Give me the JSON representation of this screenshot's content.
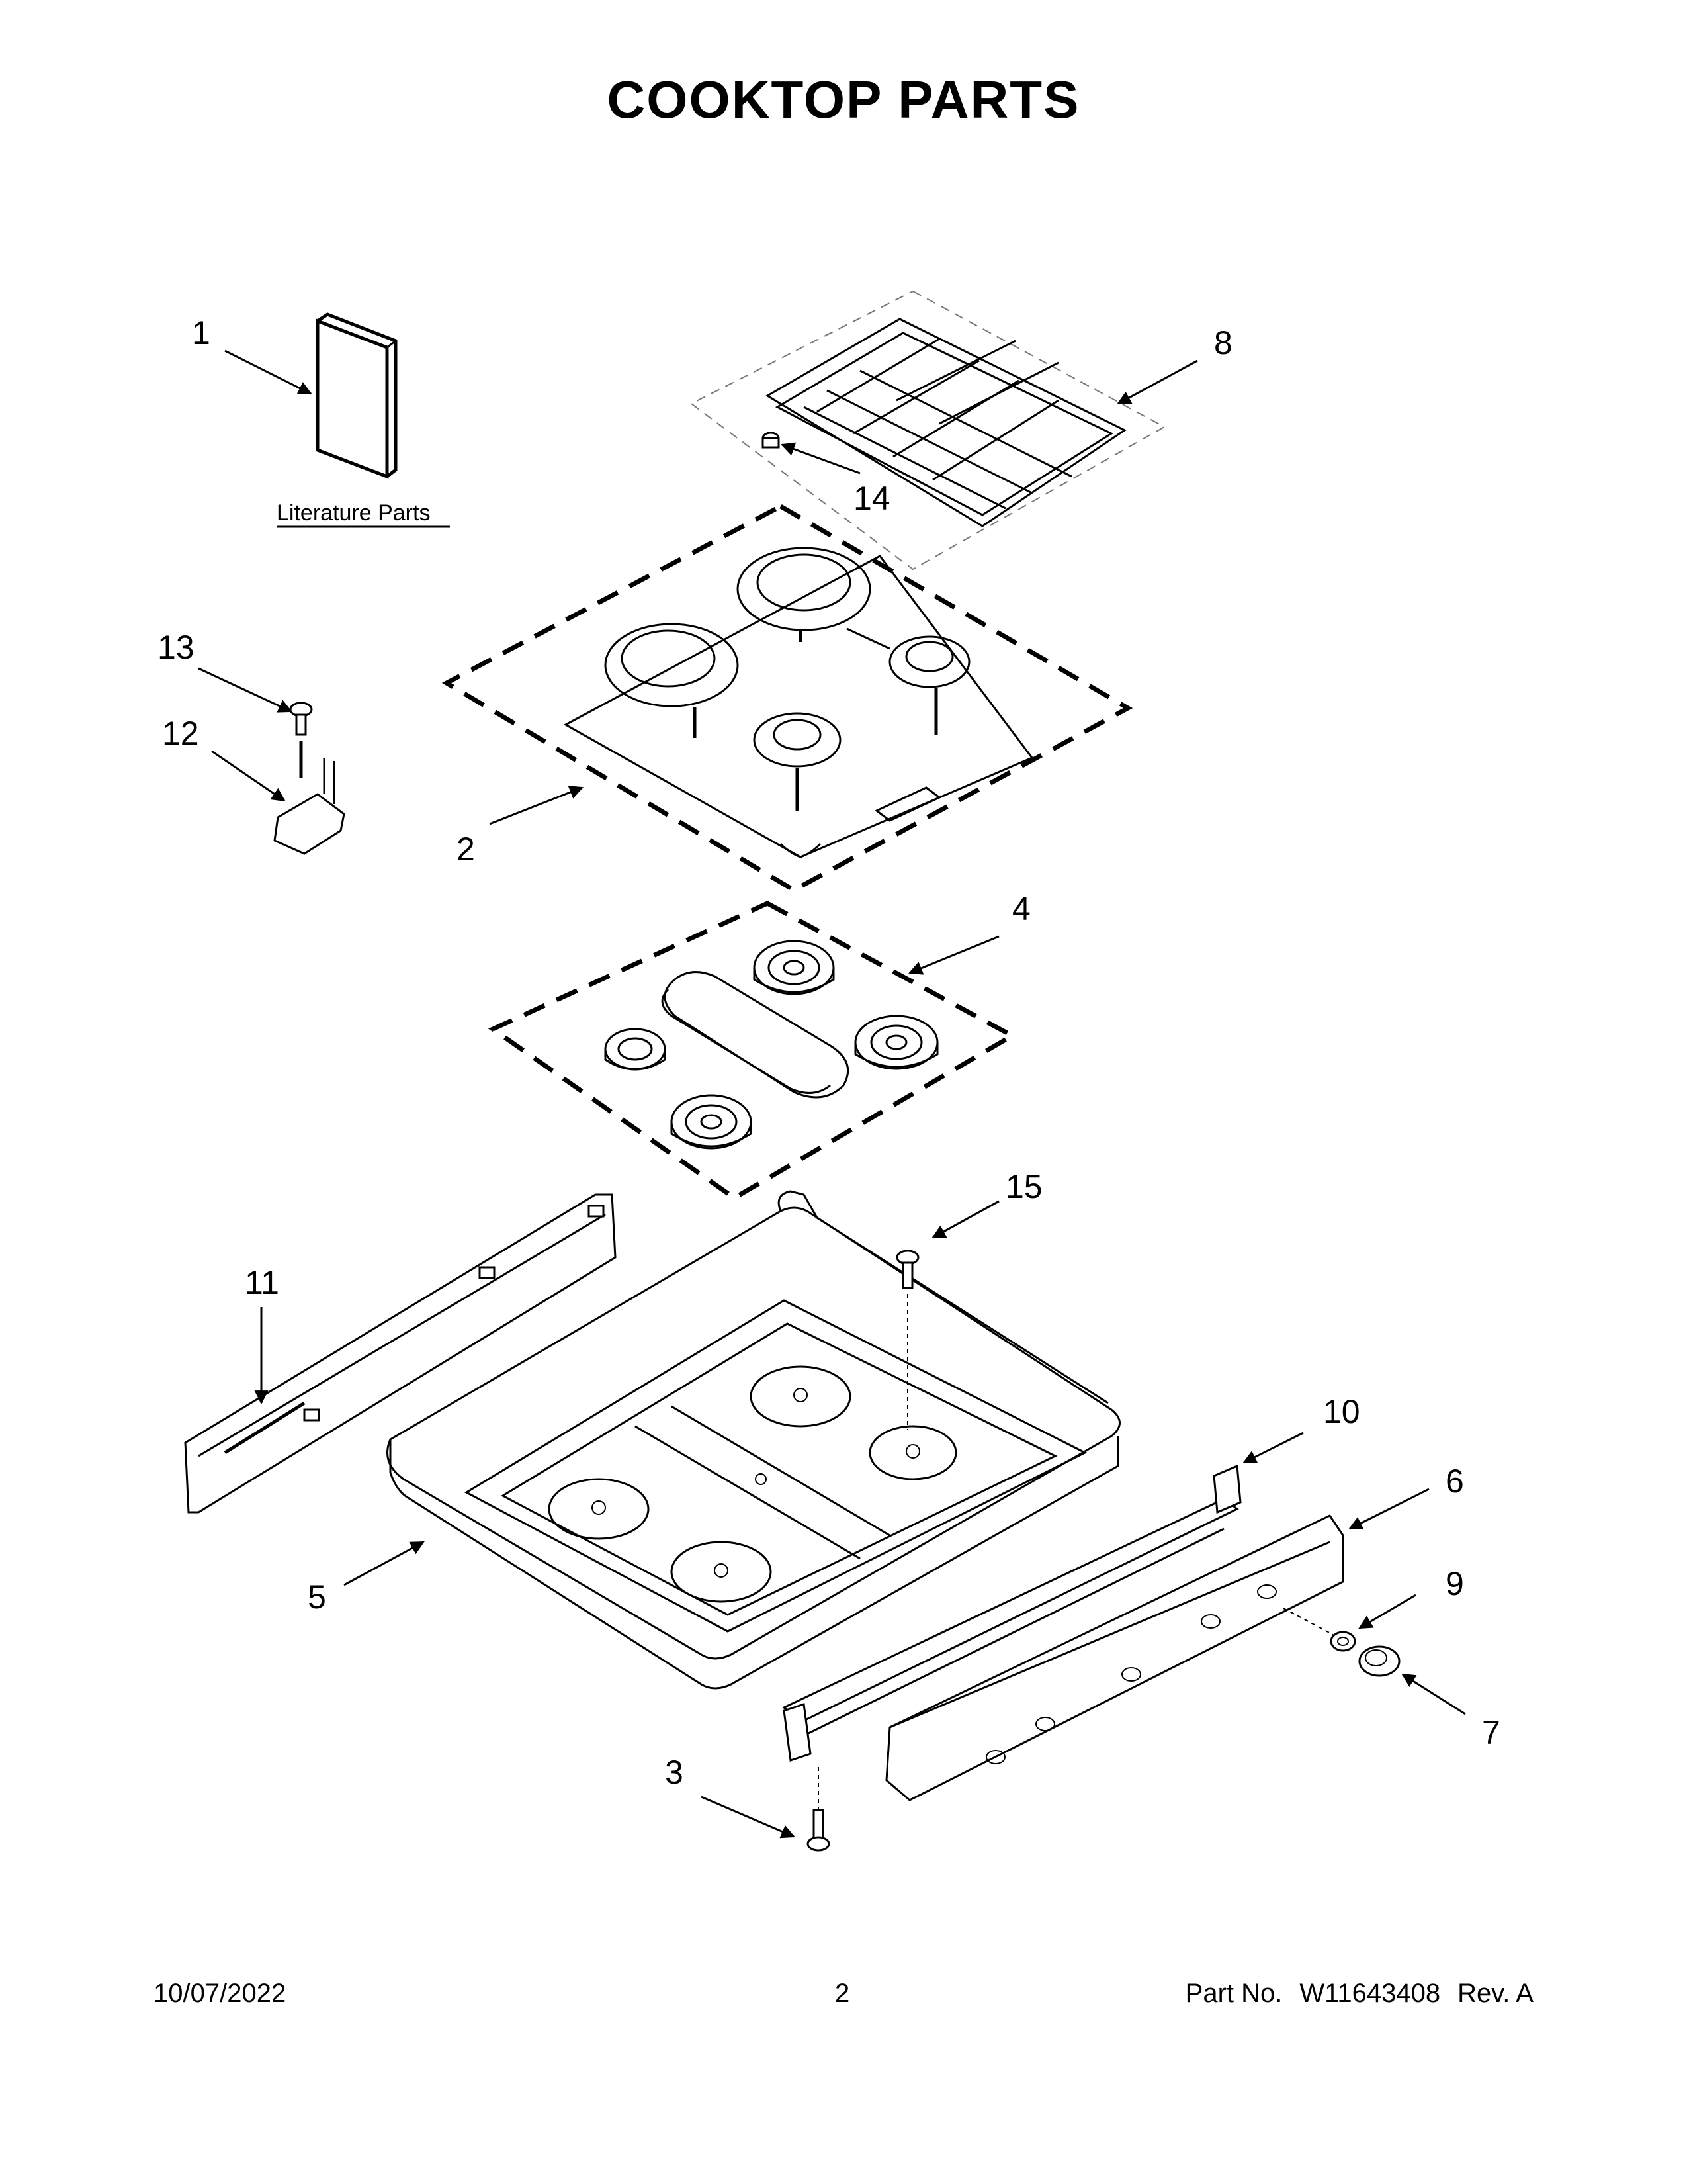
{
  "page": {
    "title": "COOKTOP PARTS",
    "literature_label": "Literature Parts",
    "footer": {
      "date": "10/07/2022",
      "page_number": "2",
      "part_label": "Part No.",
      "part_number": "W11643408",
      "revision": "Rev. A"
    }
  },
  "callouts": {
    "c1": "1",
    "c2": "2",
    "c3": "3",
    "c4": "4",
    "c5": "5",
    "c6": "6",
    "c7": "7",
    "c8": "8",
    "c9": "9",
    "c10": "10",
    "c11": "11",
    "c12": "12",
    "c13": "13",
    "c14": "14",
    "c15": "15"
  }
}
